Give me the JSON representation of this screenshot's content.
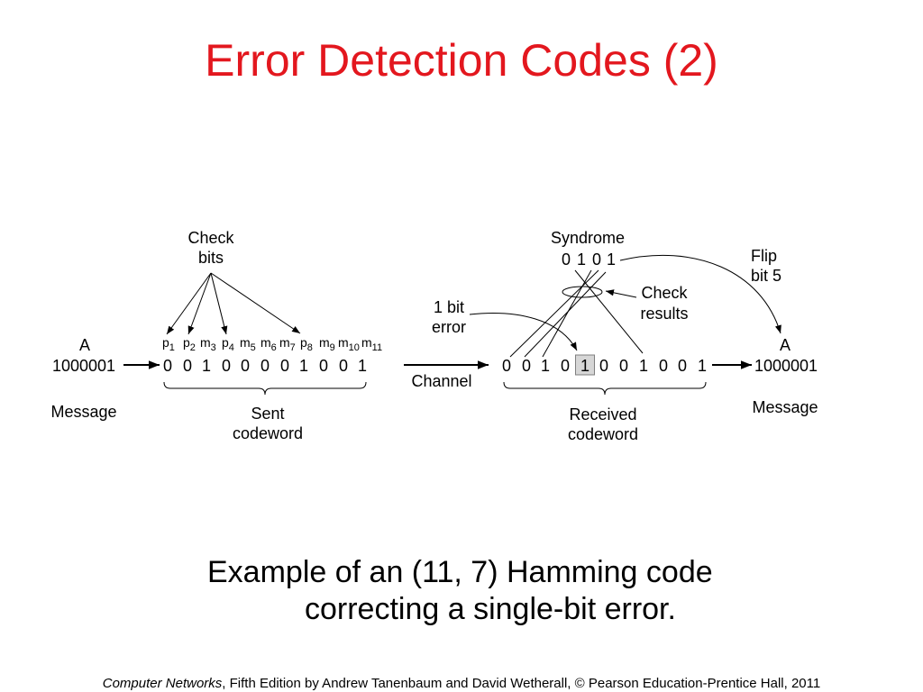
{
  "slide": {
    "title": "Error Detection Codes (2)",
    "caption": {
      "line1": "Example of an (11, 7) Hamming code",
      "line2": "correcting a single-bit error."
    },
    "footer": {
      "book_title": "Computer Networks",
      "credits": ", Fifth Edition by Andrew Tanenbaum and David Wetherall, © Pearson Education-Prentice Hall, 2011"
    },
    "colors": {
      "title": "#e3171e",
      "text": "#000000",
      "highlight_fill": "#d6d6d6",
      "highlight_border": "#7f7f7f",
      "background": "#ffffff"
    }
  },
  "diagram": {
    "sender": {
      "character": "A",
      "code": "1000001",
      "label": "Message"
    },
    "check_bits_label": {
      "line1": "Check",
      "line2": "bits"
    },
    "positions": [
      {
        "letter": "p",
        "index": "1"
      },
      {
        "letter": "p",
        "index": "2"
      },
      {
        "letter": "m",
        "index": "3"
      },
      {
        "letter": "p",
        "index": "4"
      },
      {
        "letter": "m",
        "index": "5"
      },
      {
        "letter": "m",
        "index": "6"
      },
      {
        "letter": "m",
        "index": "7"
      },
      {
        "letter": "p",
        "index": "8"
      },
      {
        "letter": "m",
        "index": "9"
      },
      {
        "letter": "m",
        "index": "10"
      },
      {
        "letter": "m",
        "index": "11"
      }
    ],
    "sent_codeword": [
      "0",
      "0",
      "1",
      "0",
      "0",
      "0",
      "0",
      "1",
      "0",
      "0",
      "1"
    ],
    "sent_label": {
      "line1": "Sent",
      "line2": "codeword"
    },
    "channel_label": "Channel",
    "error_label": {
      "line1": "1 bit",
      "line2": "error"
    },
    "received_codeword": [
      "0",
      "0",
      "1",
      "0",
      "1",
      "0",
      "0",
      "1",
      "0",
      "0",
      "1"
    ],
    "error_bit": 5,
    "received_label": {
      "line1": "Received",
      "line2": "codeword"
    },
    "syndrome_label": "Syndrome",
    "syndrome": [
      "0",
      "1",
      "0",
      "1"
    ],
    "check_results_label": {
      "line1": "Check",
      "line2": "results"
    },
    "flip_label": {
      "line1": "Flip",
      "line2": "bit 5"
    },
    "receiver": {
      "character": "A",
      "code": "1000001",
      "label": "Message"
    }
  }
}
